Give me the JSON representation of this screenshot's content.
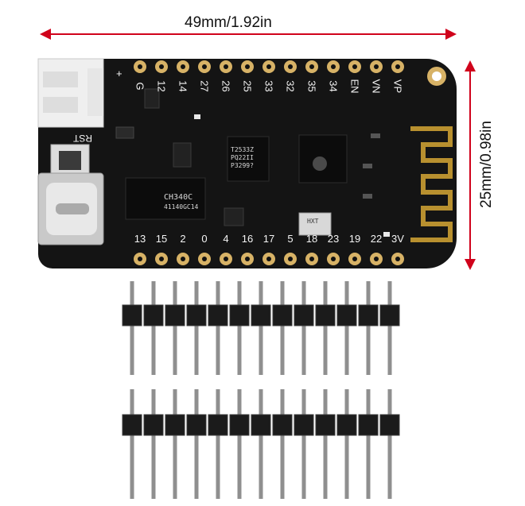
{
  "dimensions": {
    "width_label": "49mm/1.92in",
    "height_label": "25mm/0.98in"
  },
  "board": {
    "top_pins": [
      "G",
      "12",
      "14",
      "27",
      "26",
      "25",
      "33",
      "32",
      "35",
      "34",
      "EN",
      "VN",
      "VP"
    ],
    "bottom_pins": [
      "13",
      "15",
      "2",
      "0",
      "4",
      "16",
      "17",
      "5",
      "18",
      "23",
      "19",
      "22",
      "3V"
    ],
    "rst_label": "RST",
    "plus_label": "+",
    "chip_ch340": "CH340C",
    "chip_ch340_code": "41140GC14",
    "chip_reg_lines": [
      "T2533Z",
      "PQ22II",
      "P3299?"
    ],
    "crystal_label": "HXT"
  },
  "colors": {
    "pcb": "#141414",
    "pad": "#d7b266",
    "arrow": "#d0021b",
    "header": "#1b1b1b",
    "pin": "#8f8f8f"
  }
}
